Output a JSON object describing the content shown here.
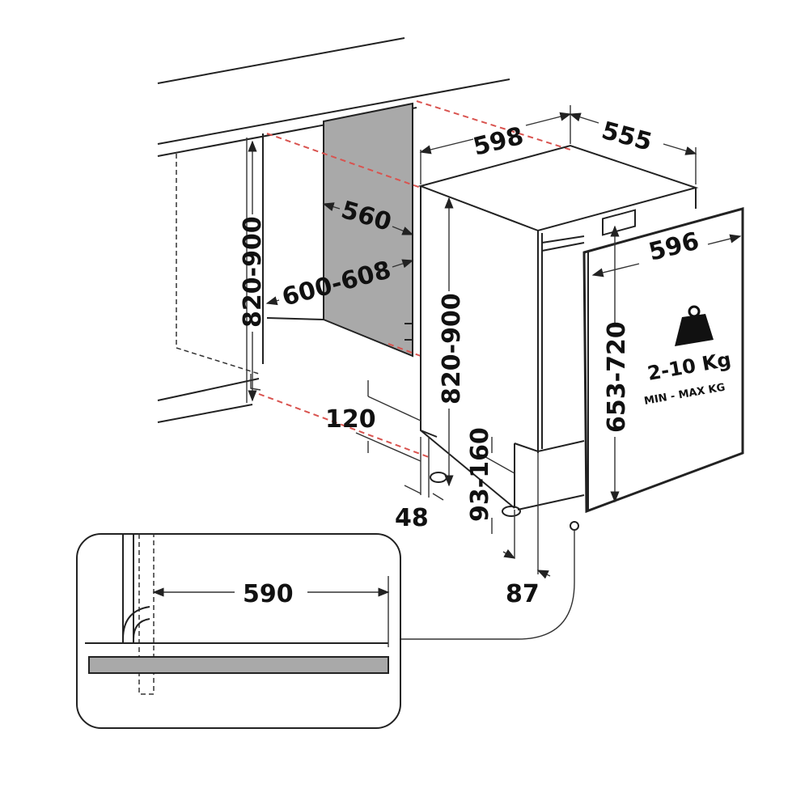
{
  "title": "Built-in dishwasher installation dimensions (mm)",
  "colors": {
    "line": "#222222",
    "niche_panel": "#a9a9a9",
    "guide_dashes": "#d9534f",
    "inset_bar": "#a9a9a9"
  },
  "dimensions": {
    "appliance_width": "598",
    "appliance_depth": "555",
    "niche_depth": "560",
    "niche_width": "600-608",
    "niche_height": "820-900",
    "appliance_height": "820-900",
    "door_panel_width": "596",
    "door_panel_height": "653-720",
    "plinth_depth": "120",
    "foot_offset": "48",
    "plinth_height": "93-160",
    "door_offset": "87",
    "inset_width": "590"
  },
  "door_weight": {
    "icon": "weight-icon",
    "range": "2-10 Kg",
    "caption": "MIN - MAX KG"
  }
}
